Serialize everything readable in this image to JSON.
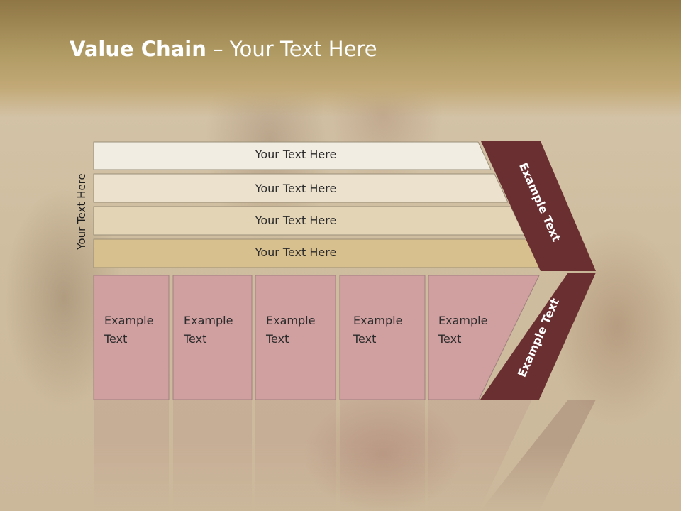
{
  "title": {
    "bold": "Value Chain",
    "rest": " – Your Text Here"
  },
  "side_label": "Your Text Here",
  "bars": [
    {
      "label": "Your Text Here",
      "fill": "#f2ede3"
    },
    {
      "label": "Your Text Here",
      "fill": "#ebe1cd"
    },
    {
      "label": "Your Text Here",
      "fill": "#e3d4b6"
    },
    {
      "label": "Your Text Here",
      "fill": "#d8bf8e"
    }
  ],
  "boxes": [
    {
      "label": "Example\nText"
    },
    {
      "label": "Example\nText"
    },
    {
      "label": "Example\nText"
    },
    {
      "label": "Example\nText"
    },
    {
      "label": "Example\nText"
    }
  ],
  "chevrons": [
    {
      "label": "Example Text"
    },
    {
      "label": "Example Text"
    }
  ],
  "colors": {
    "box_fill": "#d09fa0",
    "chevron_fill": "#6a2f31",
    "title_band": "#a88f5c"
  }
}
